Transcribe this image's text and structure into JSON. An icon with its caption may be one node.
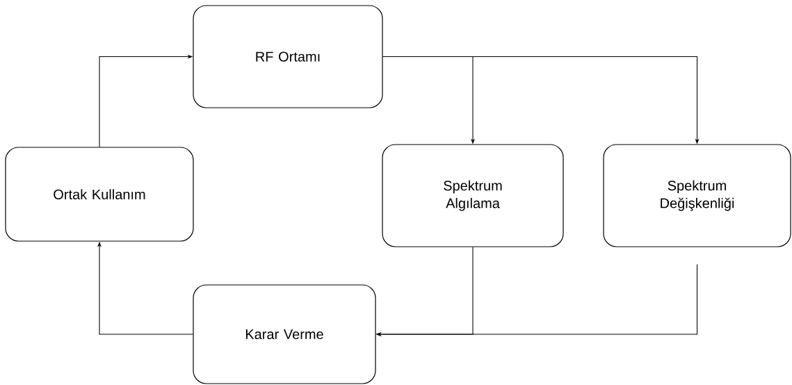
{
  "diagram": {
    "nodes": [
      {
        "text": [
          "RF Ortamı"
        ]
      },
      {
        "text": [
          "Ortak Kullanım"
        ]
      },
      {
        "text": [
          "Spektrum Algılama"
        ]
      },
      {
        "text": [
          "Spektrum Değişkenliği"
        ]
      },
      {
        "text": [
          "Karar Verme"
        ]
      }
    ],
    "edges": [
      {
        "from": 1,
        "to": 0,
        "arrow": "to"
      },
      {
        "from": 0,
        "to": 2,
        "arrow": "to"
      },
      {
        "from": 0,
        "to": 3,
        "arrow": "to"
      },
      {
        "from": 2,
        "to": 4,
        "arrow": "to"
      },
      {
        "from": 3,
        "to": 4,
        "arrow": "to"
      },
      {
        "from": 4,
        "to": 1,
        "arrow": "to"
      }
    ]
  }
}
